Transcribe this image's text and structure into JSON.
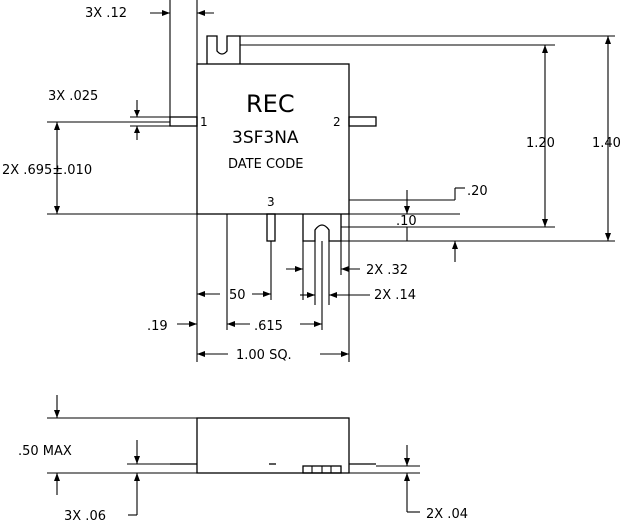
{
  "labels": {
    "brand": "REC",
    "part_number": "3SF3NA",
    "date_code": "DATE CODE",
    "pin1": "1",
    "pin2": "2",
    "pin3": "3"
  },
  "dimensions": {
    "lead_spacing": "3X .12",
    "lead_thickness": "3X .025",
    "pin_offset": "2X .695±.010",
    "top_lead_height": ".20",
    "bottom_lead_height": ".10",
    "height_inner": "1.20",
    "height_outer": "1.40",
    "lead_span": "2X .32",
    "lead_width": "2X .14",
    "pin3_offset": "50",
    "left_offset": ".19",
    "pin_center": ".615",
    "body_size": "1.00 SQ.",
    "max_height": ".50 MAX",
    "tab_thickness": "3X .06",
    "standoff": "2X .04"
  }
}
